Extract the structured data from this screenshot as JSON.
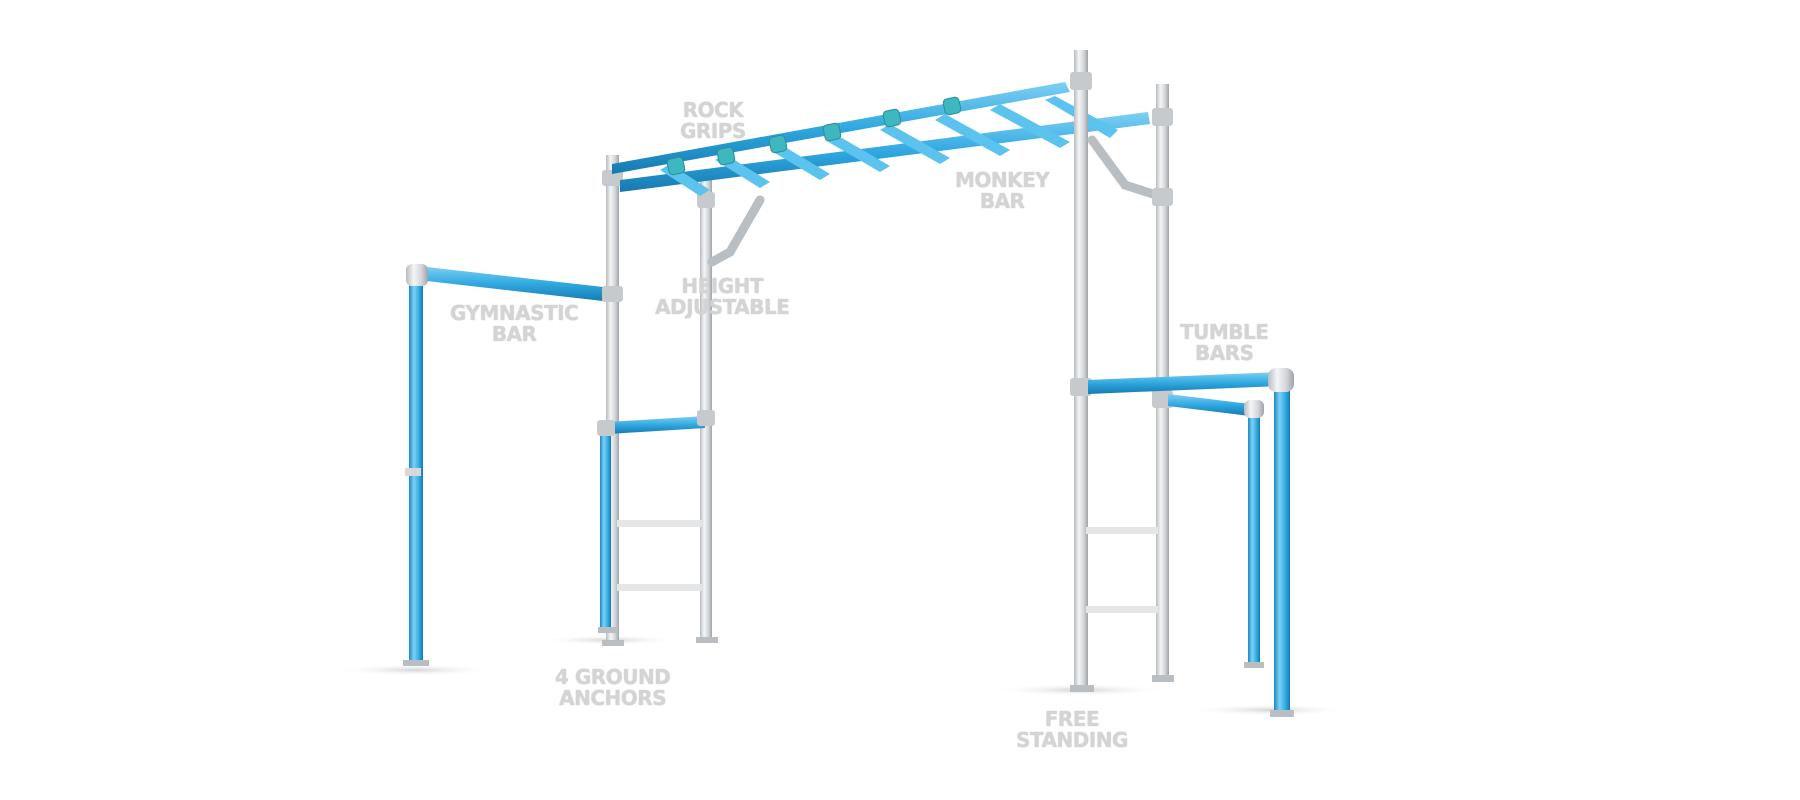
{
  "colors": {
    "background": "#ffffff",
    "blue": "#2fa8e0",
    "blue_dark": "#1b88c2",
    "blue_light": "#7fd0f4",
    "steel": "#d6d9dc",
    "steel_dark": "#a9aeb3",
    "steel_light": "#f2f3f4",
    "grip": "#3fb7c0",
    "label": "#d4d4d4"
  },
  "labels": {
    "rock_grips": [
      "ROCK",
      "GRIPS"
    ],
    "monkey_bar": [
      "MONKEY",
      "BAR"
    ],
    "height_adjustable": [
      "HEIGHT",
      "ADJUSTABLE"
    ],
    "gymnastic_bar": [
      "GYMNASTIC",
      "BAR"
    ],
    "tumble_bars": [
      "TUMBLE",
      "BARS"
    ],
    "ground_anchors": [
      "4 GROUND",
      "ANCHORS"
    ],
    "free_standing": [
      "FREE",
      "STANDING"
    ]
  }
}
